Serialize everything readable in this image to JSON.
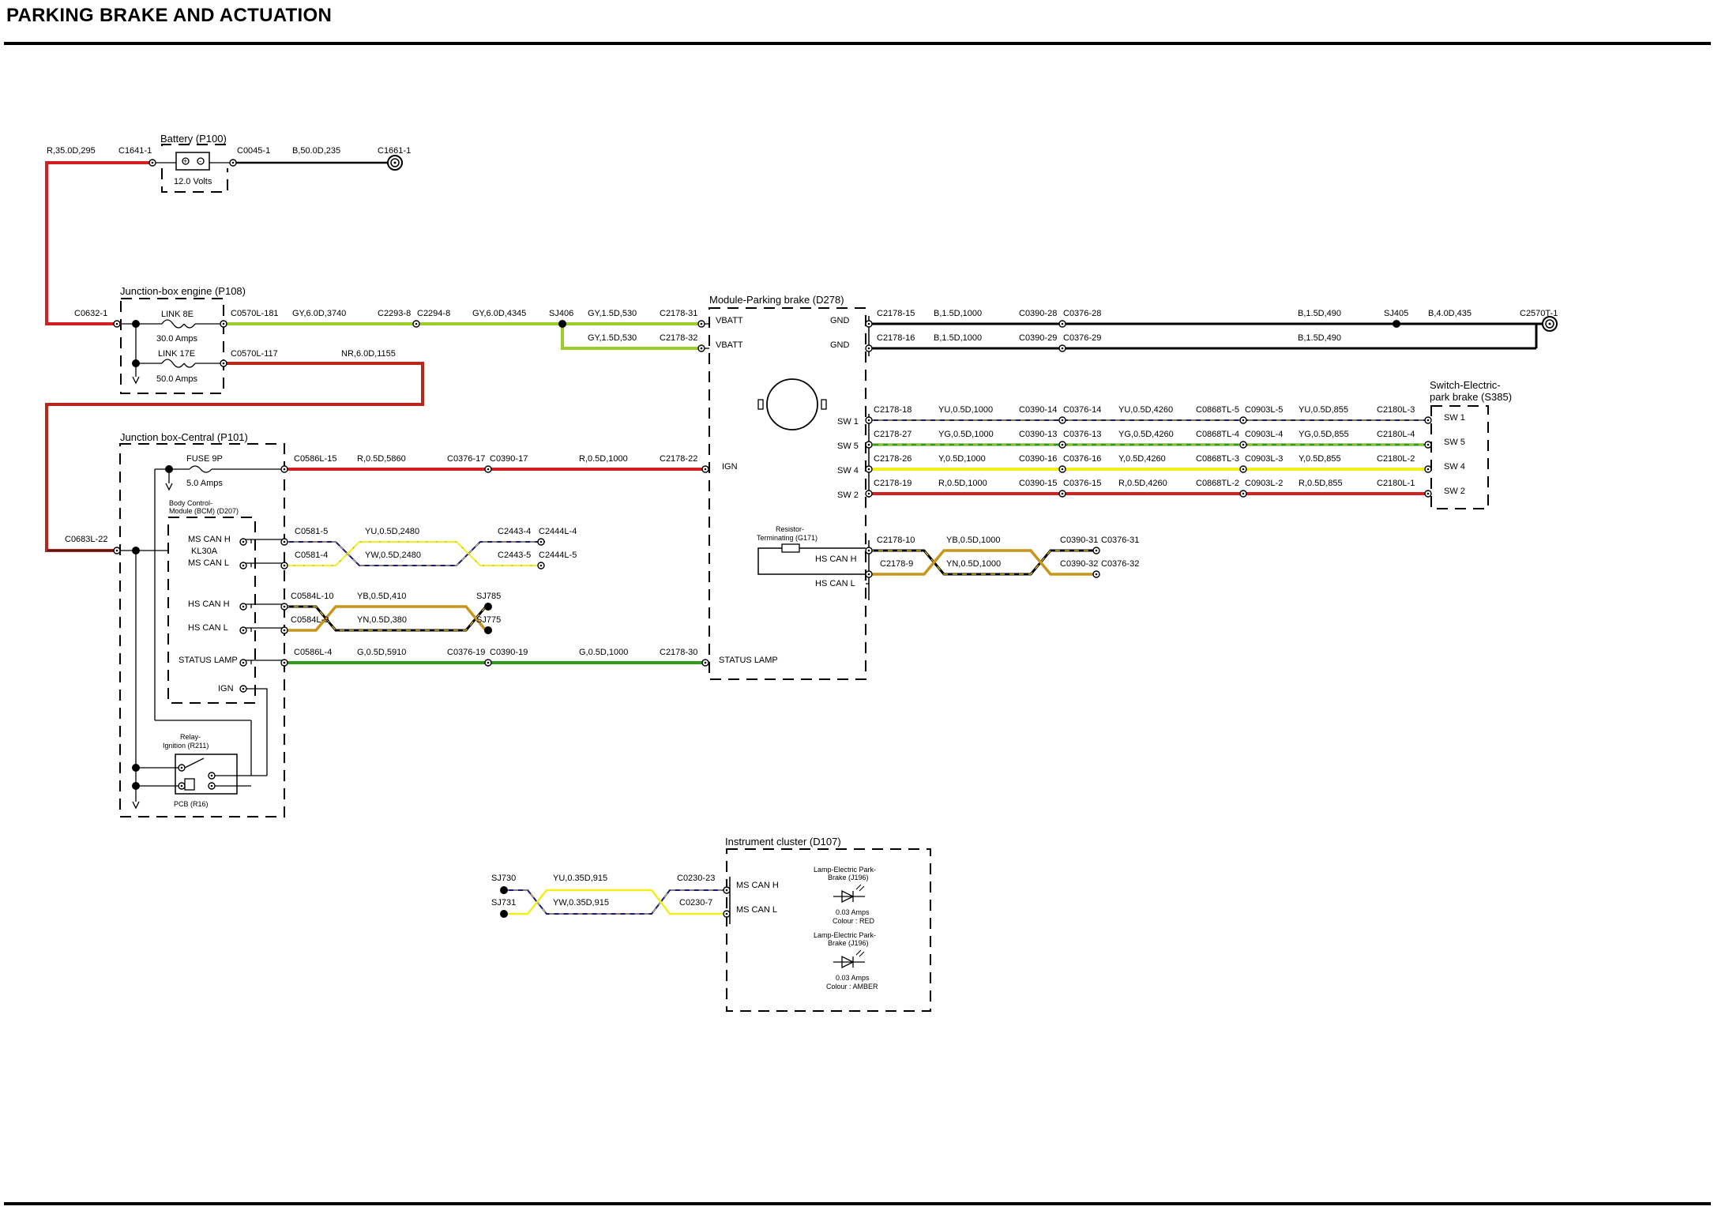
{
  "title": "PARKING BRAKE AND ACTUATION",
  "colors": {
    "red": "#d42020",
    "brownred": "#b8281a",
    "black": "#000000",
    "greenyellow": "#9ccc2a",
    "green": "#2e9a1a",
    "yellow": "#f2ef1a",
    "olive": "#6e7a16",
    "navy": "#1a1a7a",
    "amber": "#c8941a"
  },
  "battery": {
    "title": "Battery (P100)",
    "voltage": "12.0 Volts",
    "w_left": "R,35.0D,295",
    "c_left": "C1641-1",
    "c_right": "C0045-1",
    "w_right": "B,50.0D,235",
    "c_end": "C1661-1"
  },
  "jb_engine": {
    "title": "Junction-box engine (P108)",
    "c_in": "C0632-1",
    "link1": "LINK 8E",
    "link1_amps": "30.0 Amps",
    "link2": "LINK 17E",
    "link2_amps": "50.0 Amps",
    "c1": "C0570L-181",
    "c2": "C0570L-117"
  },
  "vbatt_wires": {
    "w1": "GY,6.0D,3740",
    "c3": "C2293-8",
    "c4": "C2294-8",
    "w2": "GY,6.0D,4345",
    "splice": "SJ406",
    "w3": "GY,1.5D,530",
    "c5": "C2178-31",
    "w4": "GY,1.5D,530",
    "c6": "C2178-32",
    "w5": "NR,6.0D,1155"
  },
  "module": {
    "title": "Module-Parking brake (D278)",
    "vbatt": "VBATT",
    "gnd": "GND",
    "ign": "IGN",
    "status_lamp": "STATUS LAMP"
  },
  "gnd_wires": {
    "c1": "C2178-15",
    "w1": "B,1.5D,1000",
    "c2": "C0390-28",
    "c3": "C0376-28",
    "w2": "B,1.5D,490",
    "splice": "SJ405",
    "w3": "B,4.0D,435",
    "c4": "C2570T-1",
    "c5": "C2178-16",
    "w4": "B,1.5D,1000",
    "c6": "C0390-29",
    "c7": "C0376-29",
    "w5": "B,1.5D,490"
  },
  "switch_rows": [
    {
      "pin": "SW 1",
      "c1": "C2178-18",
      "w1": "YU,0.5D,1000",
      "c2": "C0390-14",
      "c3": "C0376-14",
      "w2": "YU,0.5D,4260",
      "c4": "C0868TL-5",
      "c5": "C0903L-5",
      "w3": "YU,0.5D,855",
      "c6": "C2180L-3"
    },
    {
      "pin": "SW 5",
      "c1": "C2178-27",
      "w1": "YG,0.5D,1000",
      "c2": "C0390-13",
      "c3": "C0376-13",
      "w2": "YG,0.5D,4260",
      "c4": "C0868TL-4",
      "c5": "C0903L-4",
      "w3": "YG,0.5D,855",
      "c6": "C2180L-4"
    },
    {
      "pin": "SW 4",
      "c1": "C2178-26",
      "w1": "Y,0.5D,1000",
      "c2": "C0390-16",
      "c3": "C0376-16",
      "w2": "Y,0.5D,4260",
      "c4": "C0868TL-3",
      "c5": "C0903L-3",
      "w3": "Y,0.5D,855",
      "c6": "C2180L-2"
    },
    {
      "pin": "SW 2",
      "c1": "C2178-19",
      "w1": "R,0.5D,1000",
      "c2": "C0390-15",
      "c3": "C0376-15",
      "w2": "R,0.5D,4260",
      "c4": "C0868TL-2",
      "c5": "C0903L-2",
      "w3": "R,0.5D,855",
      "c6": "C2180L-1"
    }
  ],
  "switch": {
    "title1": "Switch-Electric-",
    "title2": "park brake (S385)",
    "pins": [
      "SW 1",
      "SW 5",
      "SW 4",
      "SW 2"
    ]
  },
  "jb_central": {
    "title": "Junction box-Central (P101)",
    "fuse": "FUSE 9P",
    "fuse_amps": "5.0 Amps",
    "c_in": "C0683L-22",
    "bcm1": "Body Control-",
    "bcm2": "Module (BCM) (D207)",
    "ms_can_h": "MS CAN H",
    "kl30a": "KL30A",
    "ms_can_l": "MS CAN L",
    "hs_can_h": "HS CAN H",
    "hs_can_l": "HS CAN L",
    "status_lamp": "STATUS LAMP",
    "ign": "IGN",
    "relay1": "Relay-",
    "relay2": "Ignition (R211)",
    "pcb": "PCB (R16)"
  },
  "ign_wire": {
    "c1": "C0586L-15",
    "w1": "R,0.5D,5860",
    "c2": "C0376-17",
    "c3": "C0390-17",
    "w2": "R,0.5D,1000",
    "c4": "C2178-22"
  },
  "ms_can": {
    "c1": "C0581-5",
    "w1": "YU,0.5D,2480",
    "c2": "C2443-4",
    "c3": "C2444L-4",
    "c4": "C0581-4",
    "w2": "YW,0.5D,2480",
    "c5": "C2443-5",
    "c6": "C2444L-5"
  },
  "hs_can_bcm": {
    "c1": "C0584L-10",
    "w1": "YB,0.5D,410",
    "s1": "SJ785",
    "c2": "C0584L-9",
    "w2": "YN,0.5D,380",
    "s2": "SJ775"
  },
  "status_wire": {
    "c1": "C0586L-4",
    "w1": "G,0.5D,5910",
    "c2": "C0376-19",
    "c3": "C0390-19",
    "w2": "G,0.5D,1000",
    "c4": "C2178-30"
  },
  "resistor": {
    "title1": "Resistor-",
    "title2": "Terminating (G171)",
    "hs_can_h": "HS CAN H",
    "hs_can_l": "HS CAN L",
    "c1": "C2178-10",
    "w1": "YB,0.5D,1000",
    "c2": "C0390-31",
    "c3": "C0376-31",
    "c4": "C2178-9",
    "w2": "YN,0.5D,1000",
    "c5": "C0390-32",
    "c6": "C0376-32"
  },
  "cluster": {
    "title": "Instrument cluster (D107)",
    "s1": "SJ730",
    "w1": "YU,0.35D,915",
    "c1": "C0230-23",
    "s2": "SJ731",
    "w2": "YW,0.35D,915",
    "c2": "C0230-7",
    "ms_can_h": "MS CAN H",
    "ms_can_l": "MS CAN L",
    "lamp1a": "Lamp-Electric Park-",
    "lamp1b": "Brake (J196)",
    "lamp1_amps": "0.03 Amps",
    "lamp1_colour": "Colour : RED",
    "lamp2a": "Lamp-Electric Park-",
    "lamp2b": "Brake (J196)",
    "lamp2_amps": "0.03 Amps",
    "lamp2_colour": "Colour : AMBER"
  }
}
